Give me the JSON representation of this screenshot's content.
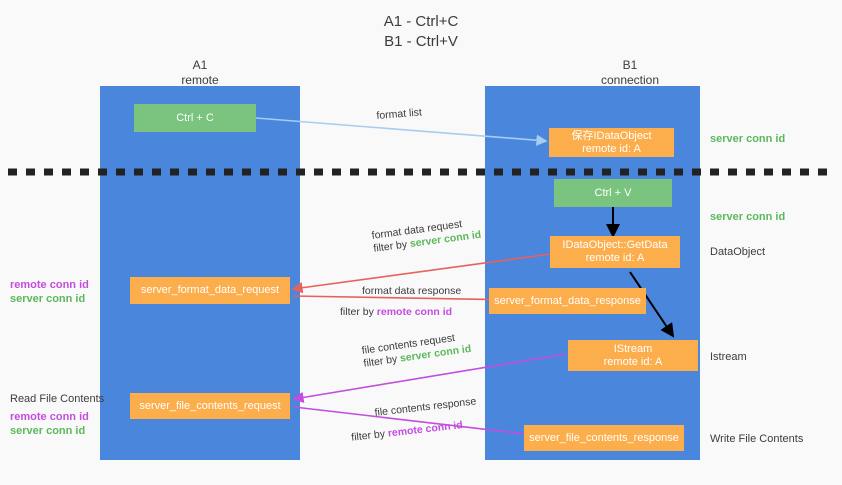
{
  "title": {
    "line1": "A1 - Ctrl+C",
    "line2": "B1 - Ctrl+V"
  },
  "columns": [
    {
      "name": "A1",
      "role": "remote"
    },
    {
      "name": "B1",
      "role": "connection"
    }
  ],
  "nodes": {
    "ctrl_c": {
      "label": "Ctrl + C",
      "color": "#7ac47f"
    },
    "ctrl_v": {
      "label": "Ctrl + V",
      "color": "#7ac47f"
    },
    "save_dataobject": {
      "line1": "保存IDataObject",
      "line2": "remote id: A",
      "color": "#fcae4d"
    },
    "getdata": {
      "line1": "IDataObject::GetData",
      "line2": "remote id: A",
      "color": "#fcae4d"
    },
    "istream": {
      "line1": "IStream",
      "line2": "remote id: A",
      "color": "#fcae4d"
    },
    "fmt_req": {
      "label": "server_format_data_request",
      "color": "#fcae4d"
    },
    "fmt_resp": {
      "label": "server_format_data_response",
      "color": "#fcae4d"
    },
    "file_req": {
      "label": "server_file_contents_request",
      "color": "#fcae4d"
    },
    "file_resp": {
      "label": "server_file_contents_response",
      "color": "#fcae4d"
    }
  },
  "edges": {
    "format_list": {
      "label": "format list"
    },
    "format_data_request": {
      "line1": "format data request",
      "filter_prefix": "filter by ",
      "filter_key": "server conn id"
    },
    "format_data_response": {
      "line1": "format data response",
      "filter_prefix": "filter by ",
      "filter_key": "remote conn id"
    },
    "file_contents_request": {
      "line1": "file contents request",
      "filter_prefix": "filter by ",
      "filter_key": "server conn id"
    },
    "file_contents_response": {
      "line1": "file contents response",
      "filter_prefix": "filter by ",
      "filter_key": "remote conn id"
    }
  },
  "right_labels": [
    {
      "text": "server conn id",
      "kind": "green"
    },
    {
      "text": "server conn id",
      "kind": "green"
    },
    {
      "text": "DataObject",
      "kind": "plain"
    },
    {
      "text": "Istream",
      "kind": "plain"
    },
    {
      "text": "Write File Contents",
      "kind": "plain"
    }
  ],
  "left_labels": {
    "group1": {
      "remote": "remote conn id",
      "server": "server conn id"
    },
    "read_file_contents": "Read File Contents",
    "group2": {
      "remote": "remote conn id",
      "server": "server conn id"
    }
  },
  "colors": {
    "lane": "#4a86dc",
    "green_box": "#7ac47f",
    "orange_box": "#fcae4d",
    "arrow_blue": "#a7cdf0",
    "arrow_red": "#e8615a",
    "arrow_purple": "#c44ce0",
    "arrow_black": "#000000",
    "divider": "#222222",
    "background": "#f9f9f9"
  }
}
